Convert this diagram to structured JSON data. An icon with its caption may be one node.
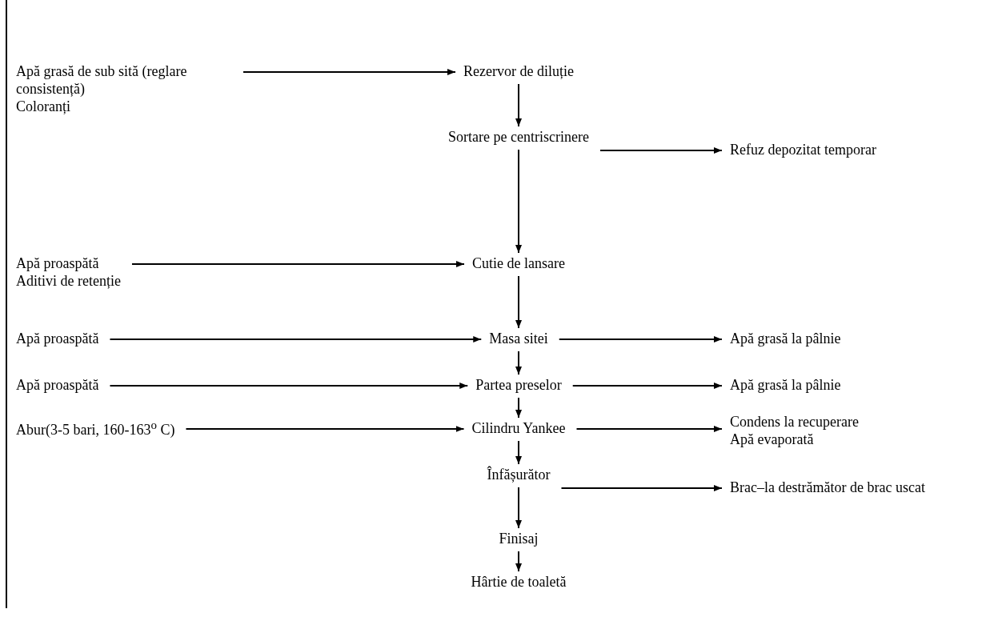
{
  "diagram": {
    "nodes": [
      {
        "text": [
          "Apă grasă de sub sită (reglare consistență)",
          "Coloranți"
        ]
      },
      {
        "text": [
          "Rezervor de diluție"
        ]
      },
      {
        "text": [
          "Sortare pe centriscrinere"
        ]
      },
      {
        "text": [
          "Refuz depozitat temporar"
        ]
      },
      {
        "text": [
          "Apă proaspătă",
          "Aditivi de retenție"
        ]
      },
      {
        "text": [
          "Cutie de lansare"
        ]
      },
      {
        "text": [
          "Apă proaspătă"
        ]
      },
      {
        "text": [
          "Masa sitei"
        ]
      },
      {
        "text": [
          "Apă grasă la pâlnie"
        ]
      },
      {
        "text": [
          "Apă proaspătă"
        ]
      },
      {
        "text": [
          "Partea preselor"
        ]
      },
      {
        "text": [
          "Apă grasă la pâlnie"
        ]
      },
      {
        "text": [
          "Abur(3-5 bari, 160-163$^{o}$ C)"
        ]
      },
      {
        "text": [
          "Cilindru Yankee"
        ]
      },
      {
        "text": [
          "Condens la recuperare",
          "Apă evaporată"
        ]
      },
      {
        "text": [
          "Înfășurător"
        ]
      },
      {
        "text": [
          "Brac–la destrămător de brac uscat"
        ]
      },
      {
        "text": [
          "Finisaj"
        ]
      },
      {
        "text": [
          "Hârtie de toaletă"
        ]
      }
    ],
    "edges": [
      {
        "from": 0,
        "to": 1,
        "arrow": "to"
      },
      {
        "from": 1,
        "to": 2,
        "arrow": "to"
      },
      {
        "from": 2,
        "to": 3,
        "arrow": "to"
      },
      {
        "from": 2,
        "to": 5,
        "arrow": "to"
      },
      {
        "from": 4,
        "to": 5,
        "arrow": "to"
      },
      {
        "from": 5,
        "to": 7,
        "arrow": "to"
      },
      {
        "from": 6,
        "to": 7,
        "arrow": "to"
      },
      {
        "from": 7,
        "to": 8,
        "arrow": "to"
      },
      {
        "from": 7,
        "to": 10,
        "arrow": "to"
      },
      {
        "from": 9,
        "to": 10,
        "arrow": "to"
      },
      {
        "from": 10,
        "to": 11,
        "arrow": "to"
      },
      {
        "from": 10,
        "to": 13,
        "arrow": "to"
      },
      {
        "from": 12,
        "to": 13,
        "arrow": "to"
      },
      {
        "from": 13,
        "to": 14,
        "arrow": "to"
      },
      {
        "from": 13,
        "to": 15,
        "arrow": "to"
      },
      {
        "from": 15,
        "to": 16,
        "arrow": "to"
      },
      {
        "from": 15,
        "to": 17,
        "arrow": "to"
      },
      {
        "from": 17,
        "to": 18,
        "arrow": "to"
      }
    ]
  }
}
